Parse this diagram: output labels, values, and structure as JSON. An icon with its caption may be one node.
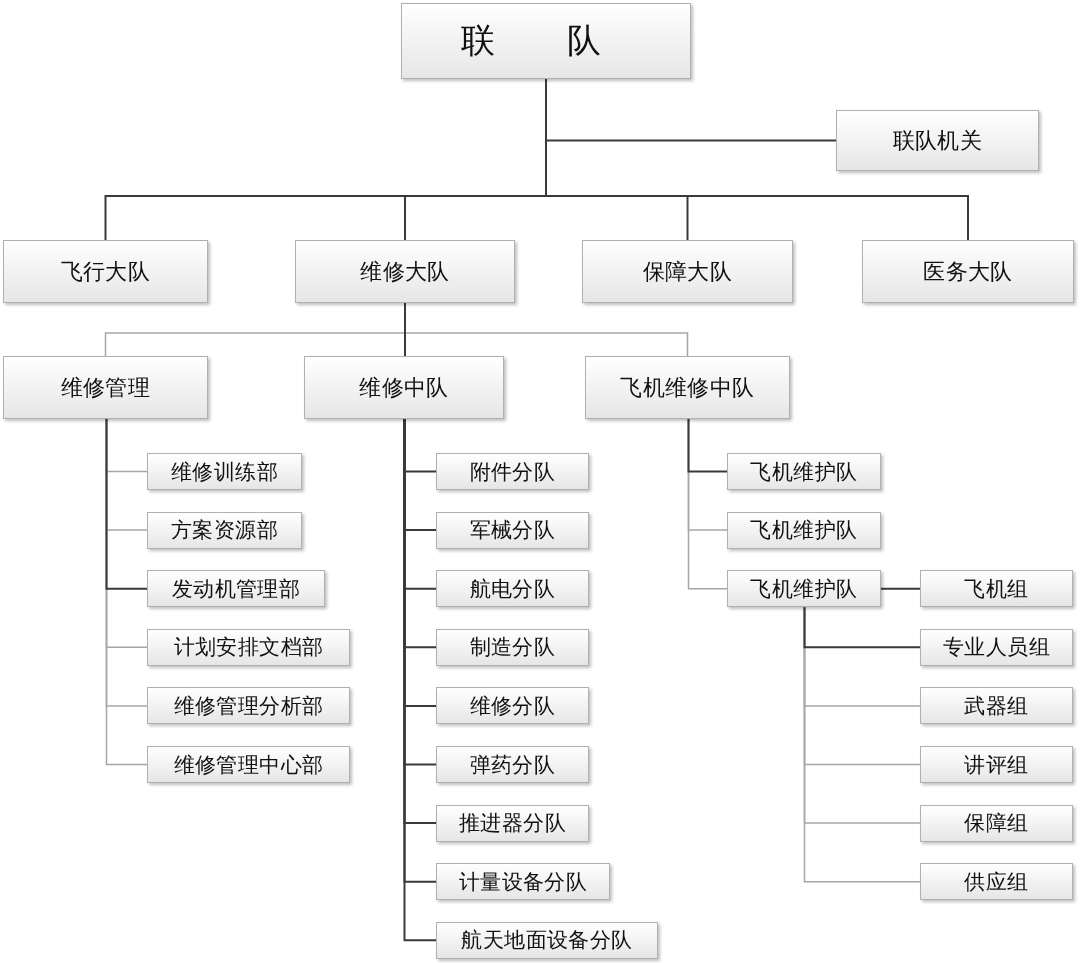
{
  "diagram": {
    "nodes": [
      {
        "text": [
          "联 队"
        ]
      },
      {
        "text": [
          "联队机关"
        ]
      },
      {
        "text": [
          "飞行大队"
        ]
      },
      {
        "text": [
          "维修大队"
        ]
      },
      {
        "text": [
          "保障大队"
        ]
      },
      {
        "text": [
          "医务大队"
        ]
      },
      {
        "text": [
          "维修管理"
        ]
      },
      {
        "text": [
          "维修中队"
        ]
      },
      {
        "text": [
          "飞机维修中队"
        ]
      },
      {
        "text": [
          "维修训练部"
        ]
      },
      {
        "text": [
          "方案资源部"
        ]
      },
      {
        "text": [
          "发动机管理部"
        ]
      },
      {
        "text": [
          "计划安排文档部"
        ]
      },
      {
        "text": [
          "维修管理分析部"
        ]
      },
      {
        "text": [
          "维修管理中心部"
        ]
      },
      {
        "text": [
          "附件分队"
        ]
      },
      {
        "text": [
          "军械分队"
        ]
      },
      {
        "text": [
          "航电分队"
        ]
      },
      {
        "text": [
          "制造分队"
        ]
      },
      {
        "text": [
          "维修分队"
        ]
      },
      {
        "text": [
          "弹药分队"
        ]
      },
      {
        "text": [
          "推进器分队"
        ]
      },
      {
        "text": [
          "计量设备分队"
        ]
      },
      {
        "text": [
          "航天地面设备分队"
        ]
      },
      {
        "text": [
          "飞机维护队"
        ]
      },
      {
        "text": [
          "飞机维护队"
        ]
      },
      {
        "text": [
          "飞机维护队"
        ]
      },
      {
        "text": [
          "飞机组"
        ]
      },
      {
        "text": [
          "专业人员组"
        ]
      },
      {
        "text": [
          "武器组"
        ]
      },
      {
        "text": [
          "讲评组"
        ]
      },
      {
        "text": [
          "保障组"
        ]
      },
      {
        "text": [
          "供应组"
        ]
      }
    ],
    "edges": [
      {
        "from": 0,
        "to": 1,
        "arrow": "none"
      },
      {
        "from": 0,
        "to": 2,
        "arrow": "none"
      },
      {
        "from": 0,
        "to": 3,
        "arrow": "none"
      },
      {
        "from": 0,
        "to": 4,
        "arrow": "none"
      },
      {
        "from": 0,
        "to": 5,
        "arrow": "none"
      },
      {
        "from": 3,
        "to": 6,
        "arrow": "none",
        "color": "#a6a6a6"
      },
      {
        "from": 3,
        "to": 7,
        "arrow": "none"
      },
      {
        "from": 3,
        "to": 8,
        "arrow": "none",
        "color": "#a6a6a6"
      },
      {
        "from": 6,
        "to": 9,
        "arrow": "none",
        "color": "#a6a6a6"
      },
      {
        "from": 6,
        "to": 10,
        "arrow": "none",
        "color": "#a6a6a6"
      },
      {
        "from": 6,
        "to": 11,
        "arrow": "none"
      },
      {
        "from": 6,
        "to": 12,
        "arrow": "none",
        "color": "#a6a6a6"
      },
      {
        "from": 6,
        "to": 13,
        "arrow": "none",
        "color": "#a6a6a6"
      },
      {
        "from": 6,
        "to": 14,
        "arrow": "none",
        "color": "#a6a6a6"
      },
      {
        "from": 7,
        "to": 15,
        "arrow": "none"
      },
      {
        "from": 7,
        "to": 16,
        "arrow": "none"
      },
      {
        "from": 7,
        "to": 17,
        "arrow": "none"
      },
      {
        "from": 7,
        "to": 18,
        "arrow": "none"
      },
      {
        "from": 7,
        "to": 19,
        "arrow": "none"
      },
      {
        "from": 7,
        "to": 20,
        "arrow": "none"
      },
      {
        "from": 7,
        "to": 21,
        "arrow": "none"
      },
      {
        "from": 7,
        "to": 22,
        "arrow": "none"
      },
      {
        "from": 7,
        "to": 23,
        "arrow": "none"
      },
      {
        "from": 8,
        "to": 24,
        "arrow": "none"
      },
      {
        "from": 8,
        "to": 25,
        "arrow": "none",
        "color": "#a6a6a6"
      },
      {
        "from": 8,
        "to": 26,
        "arrow": "none",
        "color": "#a6a6a6"
      },
      {
        "from": 26,
        "to": 27,
        "arrow": "none"
      },
      {
        "from": 26,
        "to": 28,
        "arrow": "none"
      },
      {
        "from": 26,
        "to": 29,
        "arrow": "none",
        "color": "#a6a6a6"
      },
      {
        "from": 26,
        "to": 30,
        "arrow": "none",
        "color": "#a6a6a6"
      },
      {
        "from": 26,
        "to": 31,
        "arrow": "none",
        "color": "#a6a6a6"
      },
      {
        "from": 26,
        "to": 32,
        "arrow": "none",
        "color": "#a6a6a6"
      }
    ]
  }
}
